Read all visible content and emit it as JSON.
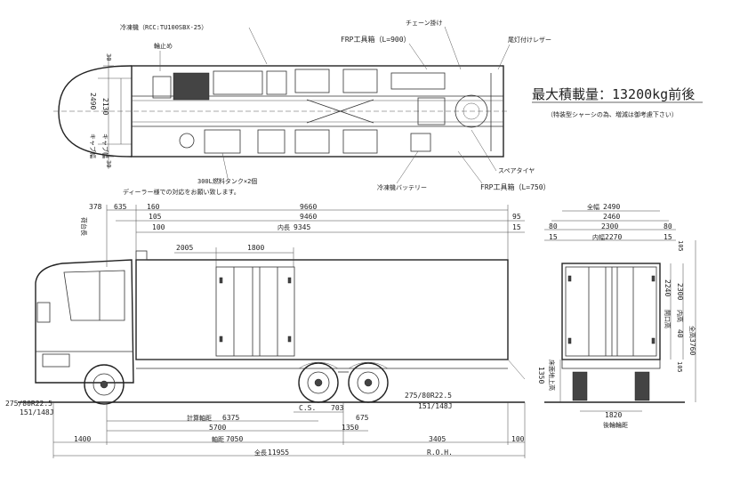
{
  "top_view": {
    "callouts": {
      "cooler": "冷凍機（RCC:TU100SBX-25）",
      "wheel_chock": "輪止め",
      "chain_hook": "チェーン掛け",
      "frp_box_900": "FRP工具箱（L=900）",
      "rear_lamp": "尾灯付けレザー",
      "spare_tire": "スペアタイヤ",
      "fuel_tank": "300L燃料タンク×2個",
      "dealer_note": "ディーラー様での対応をお願い致します。",
      "cooler_battery": "冷凍機バッテリー",
      "frp_box_750": "FRP工具箱（L=750）"
    },
    "dims": {
      "top_30": "30",
      "width_2490": "2490",
      "inner_2130": "2130",
      "bottom_30": "30",
      "cab_width_label": "キャブ幅",
      "frame_width_label": "キャブ幅"
    }
  },
  "max_load": {
    "title": "最大積載量：13200kg前後",
    "note": "（特装型シャーシの為、増減は御考慮下さい）"
  },
  "side_view": {
    "top_dims": {
      "d378": "378",
      "d635": "635",
      "d160": "160",
      "d9660": "9660",
      "d105": "105",
      "d9460": "9460",
      "d95": "95",
      "d100": "100",
      "inner_length_label": "内長",
      "d9345": "9345",
      "d15": "15",
      "d2005": "2005",
      "d1800": "1800"
    },
    "vertical_label": "荷台長",
    "tire_front": "275/80R22.5",
    "tire_front_load": "151/148J",
    "tire_rear": "275/80R22.5",
    "tire_rear_load": "151/148J",
    "bottom_dims": {
      "calc_wheelbase_label": "計算軸距",
      "d6375": "6375",
      "cs_label": "C.S.",
      "d703": "703",
      "d675": "675",
      "d5700": "5700",
      "d1350": "1350",
      "d1400": "1400",
      "wheelbase_label": "軸距",
      "d7050": "7050",
      "d3405": "3405",
      "d100": "100",
      "overall_length_label": "全長",
      "d11955": "11955",
      "roh": "R.O.H."
    }
  },
  "rear_view": {
    "dims": {
      "overall_width_label": "全幅",
      "d2490": "2490",
      "d2460": "2460",
      "d80a": "80",
      "d2300w": "2300",
      "d80b": "80",
      "d15a": "15",
      "inner_width_label": "内幅",
      "d2270": "2270",
      "d15b": "15",
      "d105top": "105",
      "door_height_label": "開口高",
      "d2240": "2240",
      "inner_height_label": "内高",
      "d2300h": "2300",
      "overall_height_label": "全高",
      "d3760": "3760",
      "d40": "40",
      "d105bot": "105",
      "d1350": "1350",
      "floor_height_label": "床面地上高",
      "d1820": "1820",
      "rear_tread_label": "後輪輪距"
    }
  }
}
